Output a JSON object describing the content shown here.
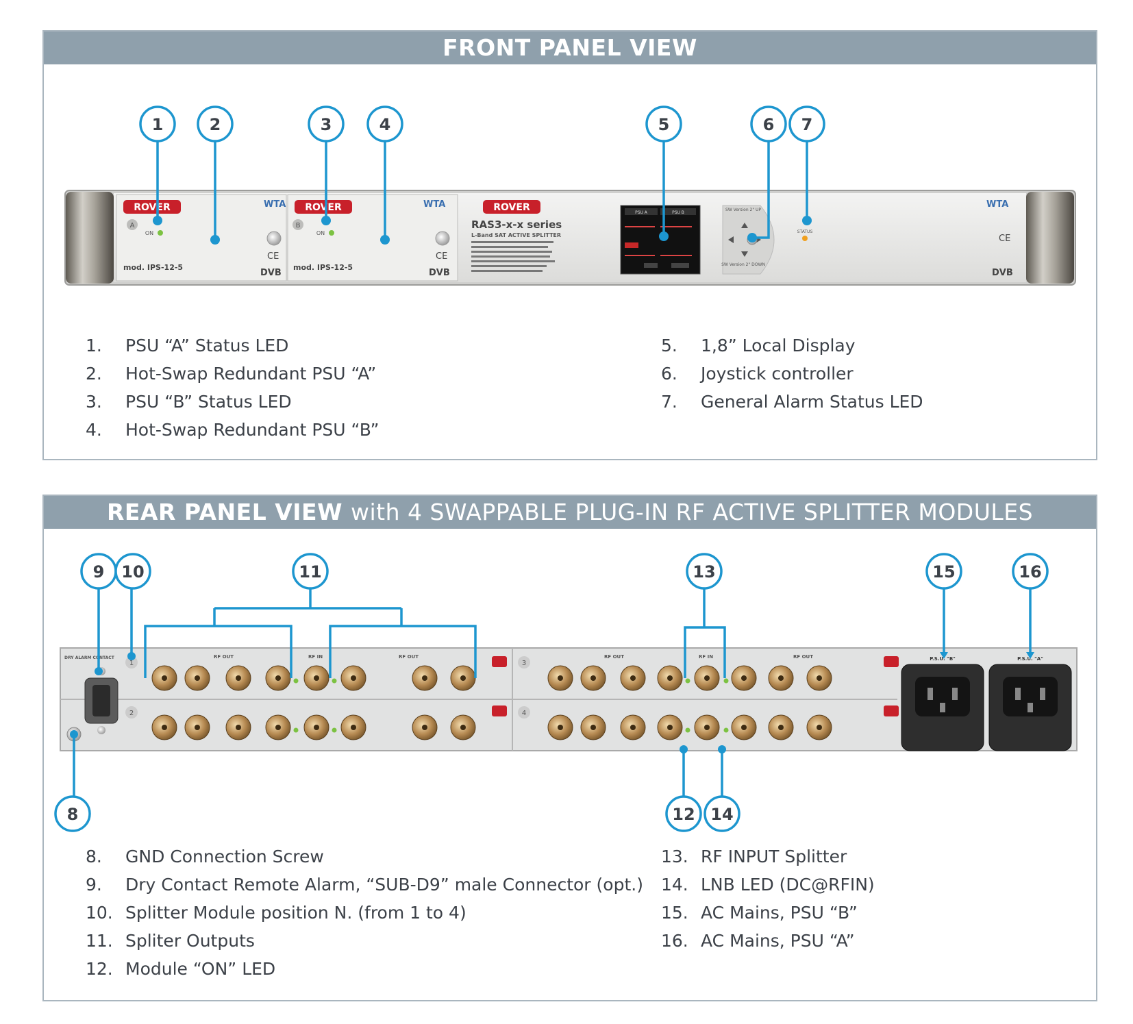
{
  "front": {
    "title": "FRONT PANEL VIEW",
    "callouts": [
      "1",
      "2",
      "3",
      "4",
      "5",
      "6",
      "7"
    ],
    "device": {
      "brand": "ROVER",
      "model": "RAS3-x-x series",
      "subtitle": "L-Band SAT ACTIVE SPLITTER",
      "psu_model": "mod. IPS-12-5",
      "psu_a_tag": "A",
      "psu_b_tag": "B",
      "on_label": "ON",
      "status_label": "STATUS",
      "sw_up": "SW Version 2\" UP",
      "sw_down": "SW Version 2\" DOWN",
      "display_psu_a": "PSU A",
      "display_psu_b": "PSU B"
    },
    "legend_left": [
      {
        "num": "1.",
        "text": "PSU “A” Status LED"
      },
      {
        "num": "2.",
        "text": "Hot-Swap Redundant PSU “A”"
      },
      {
        "num": "3.",
        "text": "PSU “B” Status LED"
      },
      {
        "num": "4.",
        "text": "Hot-Swap Redundant PSU “B”"
      }
    ],
    "legend_right": [
      {
        "num": "5.",
        "text": "1,8” Local Display"
      },
      {
        "num": "6.",
        "text": "Joystick controller"
      },
      {
        "num": "7.",
        "text": "General Alarm Status LED"
      }
    ]
  },
  "rear": {
    "title_bold": "REAR PANEL VIEW",
    "title_rest": "with 4 SWAPPABLE PLUG-IN RF ACTIVE SPLITTER MODULES",
    "callouts": [
      "8",
      "9",
      "10",
      "11",
      "12",
      "13",
      "14",
      "15",
      "16"
    ],
    "device": {
      "dry_alarm": "DRY ALARM CONTACT",
      "rf_out": "RF OUT",
      "rf_in": "RF IN",
      "module_slots": [
        "1",
        "2",
        "3",
        "4"
      ],
      "psu_b_label": "P.S.U. \"B\"",
      "psu_a_label": "P.S.U. \"A\""
    },
    "legend_left": [
      {
        "num": "8.",
        "text": "GND Connection Screw"
      },
      {
        "num": "9.",
        "text": "Dry Contact Remote Alarm, “SUB-D9” male Connector (opt.)"
      },
      {
        "num": "10.",
        "text": "Splitter Module position N. (from 1 to 4)"
      },
      {
        "num": "11.",
        "text": "Spliter Outputs"
      },
      {
        "num": "12.",
        "text": "Module “ON” LED"
      }
    ],
    "legend_right": [
      {
        "num": "13.",
        "text": "RF INPUT Splitter"
      },
      {
        "num": "14.",
        "text": "LNB LED (DC@RFIN)"
      },
      {
        "num": "15.",
        "text": "AC Mains, PSU “B”"
      },
      {
        "num": "16.",
        "text": "AC Mains, PSU “A”"
      }
    ]
  },
  "colors": {
    "header_bg": "#8fa0ac",
    "callout_blue": "#1d96cf",
    "text": "#3c4148",
    "panel_gray": "#e4e6e8",
    "connector_gold": "#b8905a"
  }
}
